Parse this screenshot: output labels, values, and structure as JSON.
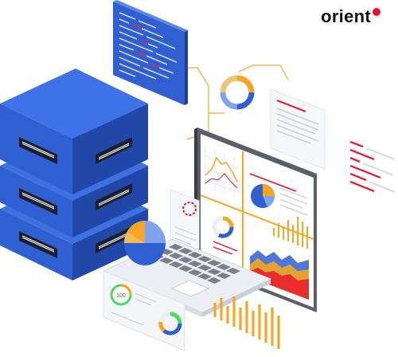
{
  "brand": {
    "name": "orient",
    "accent": "#e8102a"
  },
  "colors": {
    "server_blue": "#2f5fd0",
    "server_dark": "#2148a8",
    "server_light": "#3d70e0",
    "chart_orange": "#f5a623",
    "chart_red": "#e8102a",
    "chart_blue": "#3b6fe0",
    "gauge_green": "#4cd964"
  },
  "gauge": {
    "label": "100"
  },
  "icons": [
    "server-rack",
    "code-window",
    "donut-chart",
    "monitor",
    "keyboard",
    "pie-chart",
    "bar-chart"
  ]
}
